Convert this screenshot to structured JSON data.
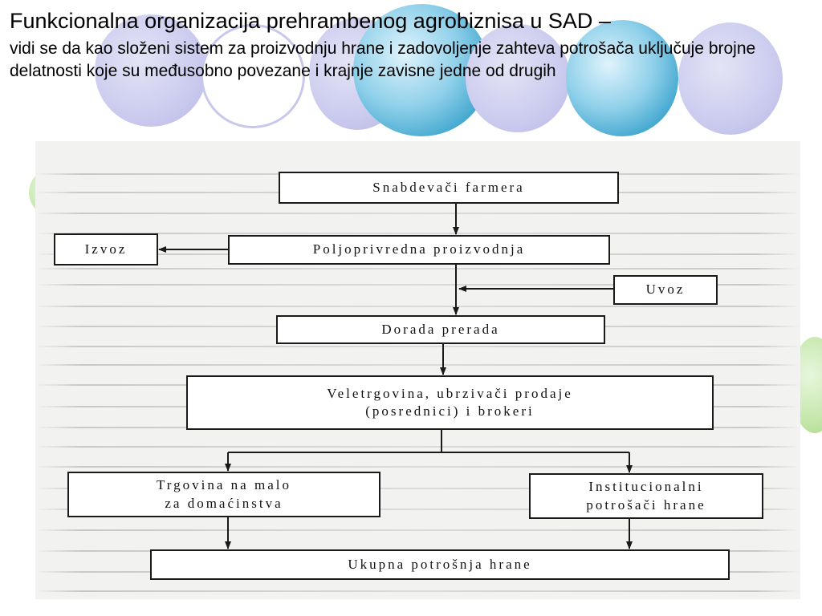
{
  "slide": {
    "title": "Funkcionalna organizacija prehrambenog agrobiznisa u SAD –",
    "subtitle": "vidi se da kao složeni sistem za proizvodnju hrane i zadovoljenje zahteva potrošača uključuje brojne delatnosti koje su međusobno povezane i krajnje zavisne jedne od drugih"
  },
  "diagram": {
    "nodes": {
      "snabdevaci": "Snabdevači farmera",
      "izvoz": "Izvoz",
      "poljoprivredna": "Poljoprivredna proizvodnja",
      "uvoz": "Uvoz",
      "dorada": "Dorada prerada",
      "veletrgovina": "Veletrgovina, ubrzivači prodaje\n(posrednici) i brokeri",
      "trgovina": "Trgovina na malo\nza domaćinstva",
      "institucionalni": "Institucionalni\npotrošači hrane",
      "ukupna": "Ukupna potrošnja hrane"
    }
  },
  "colors": {
    "background_circle": "#c9c9ee",
    "globe": "#3aa3cc",
    "scan_paper": "#f2f2f0",
    "line": "#1a1a1a"
  }
}
